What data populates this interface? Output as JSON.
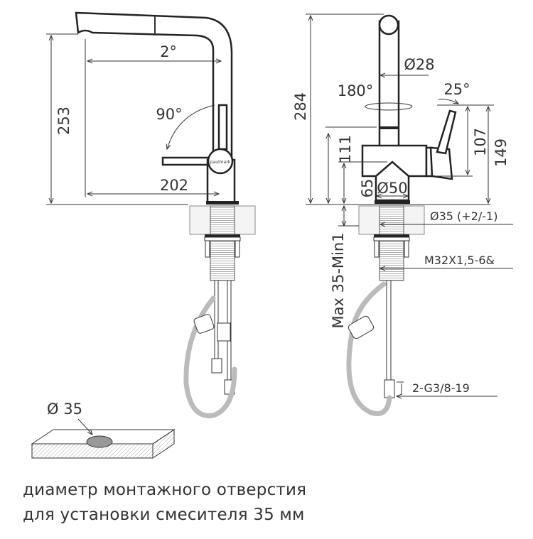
{
  "side_view": {
    "logo": "paulmark",
    "dim_height": "253",
    "dim_angle_spout": "2°",
    "dim_lever_angle": "90°",
    "dim_reach": "202"
  },
  "front_view": {
    "dim_height": "284",
    "dim_tube_diameter": "Ø28",
    "dim_rotation": "180°",
    "dim_lever_tilt": "25°",
    "dim_body_height": "111",
    "dim_lever_height_1": "107",
    "dim_lever_height_2": "149",
    "dim_base_height": "65",
    "dim_base_diameter": "Ø50",
    "dim_hole_diameter": "Ø35 (+2/-1)",
    "dim_countertop": "Max 35-Min1",
    "dim_thread": "M32X1,5-6&",
    "dim_hose_connection": "2-G3/8-19"
  },
  "hole_detail": {
    "label": "Ø 35"
  },
  "caption": {
    "line1": "диаметр монтажного отверстия",
    "line2": "для установки смесителя 35 мм"
  }
}
